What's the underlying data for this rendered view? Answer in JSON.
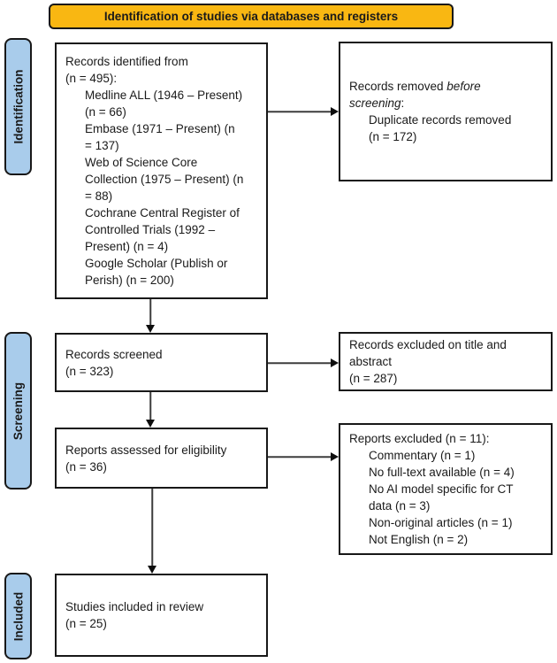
{
  "banner": {
    "label": "Identification of studies via databases and registers"
  },
  "stages": [
    {
      "label": "Identification"
    },
    {
      "label": "Screening"
    },
    {
      "label": "Included"
    }
  ],
  "boxes": {
    "identified": {
      "head": [
        "Records identified from",
        "(n = 495):"
      ],
      "items": [
        [
          "Medline ALL (1946 – Present)",
          "(n = 66)"
        ],
        [
          "Embase (1971 – Present) (n",
          "= 137)"
        ],
        [
          "Web of Science Core",
          "Collection (1975 – Present) (n",
          "= 88)"
        ],
        [
          "Cochrane Central Register of",
          "Controlled Trials (1992 –",
          "Present) (n = 4)"
        ],
        [
          "Google Scholar (Publish or",
          "Perish) (n = 200)"
        ]
      ]
    },
    "removed": {
      "head_normal_1": "Records removed ",
      "head_italic_1": "before",
      "head_italic_2": "screening",
      "head_normal_2": ":",
      "items": [
        [
          "Duplicate records removed",
          "(n = 172)"
        ]
      ]
    },
    "screened": {
      "lines": [
        "Records screened",
        "(n = 323)"
      ]
    },
    "excluded_title_abstract": {
      "lines": [
        "Records excluded on title and",
        "abstract",
        "(n = 287)"
      ]
    },
    "assessed": {
      "lines": [
        "Reports assessed for eligibility",
        "(n = 36)"
      ]
    },
    "reports_excluded": {
      "head": "Reports excluded (n = 11):",
      "items": [
        [
          "Commentary (n = 1)"
        ],
        [
          "No full-text available (n = 4)"
        ],
        [
          "No AI model specific for CT",
          "data (n = 3)"
        ],
        [
          "Non-original articles (n = 1)"
        ],
        [
          "Not English (n = 2)"
        ]
      ]
    },
    "included": {
      "lines": [
        "Studies included in review",
        "(n = 25)"
      ]
    }
  },
  "colors": {
    "banner_bg": "#F9B712",
    "stage_bg": "#A9CCEB",
    "line_col": "#181818"
  }
}
